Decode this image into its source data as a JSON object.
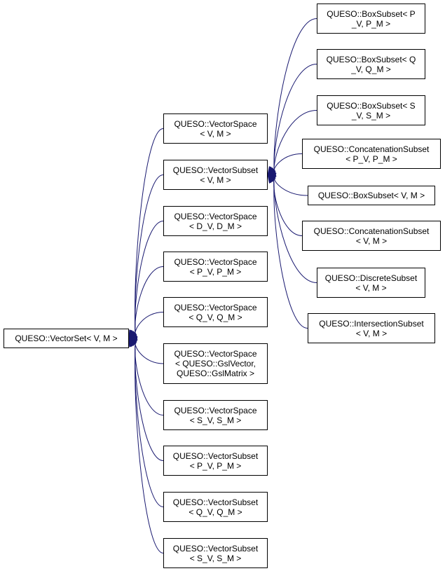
{
  "diagram": {
    "nodes": [
      {
        "id": "vectorset",
        "name": "node-vectorset",
        "label": "QUESO::VectorSet< V, M >",
        "interactable": false
      },
      {
        "id": "vs_v_m",
        "name": "node-vectorspace-v-m",
        "label": "QUESO::VectorSpace\n< V, M >",
        "interactable": true
      },
      {
        "id": "vsub_v_m",
        "name": "node-vectorsubset-v-m",
        "label": "QUESO::VectorSubset\n< V, M >",
        "interactable": true
      },
      {
        "id": "vs_dv_dm",
        "name": "node-vectorspace-dv-dm",
        "label": "QUESO::VectorSpace\n< D_V, D_M >",
        "interactable": true
      },
      {
        "id": "vs_pv_pm",
        "name": "node-vectorspace-pv-pm",
        "label": "QUESO::VectorSpace\n< P_V, P_M >",
        "interactable": true
      },
      {
        "id": "vs_qv_qm",
        "name": "node-vectorspace-qv-qm",
        "label": "QUESO::VectorSpace\n< Q_V, Q_M >",
        "interactable": true
      },
      {
        "id": "vs_gsl",
        "name": "node-vectorspace-gsl",
        "label": "QUESO::VectorSpace\n< QUESO::GslVector,\nQUESO::GslMatrix >",
        "interactable": true
      },
      {
        "id": "vs_sv_sm",
        "name": "node-vectorspace-sv-sm",
        "label": "QUESO::VectorSpace\n< S_V, S_M >",
        "interactable": true
      },
      {
        "id": "vsub_pv_pm",
        "name": "node-vectorsubset-pv-pm",
        "label": "QUESO::VectorSubset\n< P_V, P_M >",
        "interactable": true
      },
      {
        "id": "vsub_qv_qm",
        "name": "node-vectorsubset-qv-qm",
        "label": "QUESO::VectorSubset\n< Q_V, Q_M >",
        "interactable": true
      },
      {
        "id": "vsub_sv_sm",
        "name": "node-vectorsubset-sv-sm",
        "label": "QUESO::VectorSubset\n< S_V, S_M >",
        "interactable": true
      },
      {
        "id": "box_p",
        "name": "node-boxsubset-pv-pm",
        "label": "QUESO::BoxSubset< P\n_V, P_M >",
        "interactable": true
      },
      {
        "id": "box_q",
        "name": "node-boxsubset-qv-qm",
        "label": "QUESO::BoxSubset< Q\n_V, Q_M >",
        "interactable": true
      },
      {
        "id": "box_s",
        "name": "node-boxsubset-sv-sm",
        "label": "QUESO::BoxSubset< S\n_V, S_M >",
        "interactable": true
      },
      {
        "id": "concat_p",
        "name": "node-concatenationsubset-pv-pm",
        "label": "QUESO::ConcatenationSubset\n< P_V, P_M >",
        "interactable": true
      },
      {
        "id": "box_vm",
        "name": "node-boxsubset-v-m",
        "label": "QUESO::BoxSubset< V, M >",
        "interactable": true
      },
      {
        "id": "concat_vm",
        "name": "node-concatenationsubset-v-m",
        "label": "QUESO::ConcatenationSubset\n< V, M >",
        "interactable": true
      },
      {
        "id": "discrete_vm",
        "name": "node-discretesubset-v-m",
        "label": "QUESO::DiscreteSubset\n< V, M >",
        "interactable": true
      },
      {
        "id": "inter_vm",
        "name": "node-intersectionsubset-v-m",
        "label": "QUESO::IntersectionSubset\n< V, M >",
        "interactable": true
      }
    ],
    "edges": [
      {
        "from": "vs_v_m",
        "to": "vectorset"
      },
      {
        "from": "vsub_v_m",
        "to": "vectorset"
      },
      {
        "from": "vs_dv_dm",
        "to": "vectorset"
      },
      {
        "from": "vs_pv_pm",
        "to": "vectorset"
      },
      {
        "from": "vs_qv_qm",
        "to": "vectorset"
      },
      {
        "from": "vs_gsl",
        "to": "vectorset"
      },
      {
        "from": "vs_sv_sm",
        "to": "vectorset"
      },
      {
        "from": "vsub_pv_pm",
        "to": "vectorset"
      },
      {
        "from": "vsub_qv_qm",
        "to": "vectorset"
      },
      {
        "from": "vsub_sv_sm",
        "to": "vectorset"
      },
      {
        "from": "box_p",
        "to": "vsub_v_m"
      },
      {
        "from": "box_q",
        "to": "vsub_v_m"
      },
      {
        "from": "box_s",
        "to": "vsub_v_m"
      },
      {
        "from": "concat_p",
        "to": "vsub_v_m"
      },
      {
        "from": "box_vm",
        "to": "vsub_v_m"
      },
      {
        "from": "concat_vm",
        "to": "vsub_v_m"
      },
      {
        "from": "discrete_vm",
        "to": "vsub_v_m"
      },
      {
        "from": "inter_vm",
        "to": "vsub_v_m"
      }
    ],
    "edge_color": "#191970",
    "node_border_color": "#000000"
  }
}
